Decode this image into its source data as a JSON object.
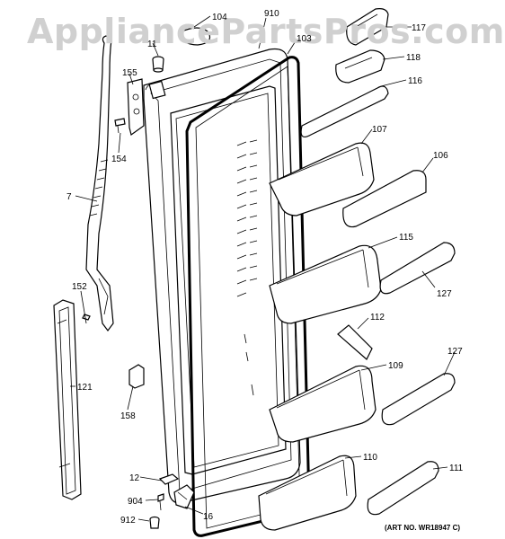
{
  "watermark": "AppliancePartsPros.com",
  "art_number": "(ART NO. WR18947 C)",
  "callouts": {
    "c104": "104",
    "c910": "910",
    "c103": "103",
    "c117": "117",
    "c118": "118",
    "c116": "116",
    "c11": "11",
    "c155": "155",
    "c154": "154",
    "c107": "107",
    "c106": "106",
    "c7": "7",
    "c115": "115",
    "c127a": "127",
    "c152": "152",
    "c112": "112",
    "c127b": "127",
    "c109": "109",
    "c121": "121",
    "c158": "158",
    "c110": "110",
    "c111": "111",
    "c12": "12",
    "c904": "904",
    "c16": "16",
    "c912": "912"
  },
  "colors": {
    "line": "#000000",
    "watermark": "#d0d0d0",
    "background": "#ffffff"
  }
}
